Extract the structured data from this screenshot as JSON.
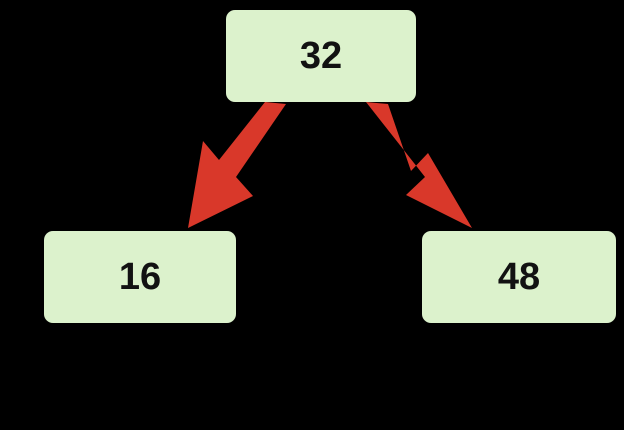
{
  "diagram": {
    "title": "binary-search-tree-fragment",
    "background_color": "#000000",
    "node_fill_color": "#dcf2cc",
    "node_text_color": "#121212",
    "edge_color": "#d9382a",
    "nodes": [
      {
        "id": "root",
        "label": "32",
        "name": "node-32"
      },
      {
        "id": "left",
        "label": "16",
        "name": "node-16"
      },
      {
        "id": "right",
        "label": "48",
        "name": "node-48"
      }
    ],
    "edges": [
      {
        "from": "32",
        "to": "16",
        "name": "edge-32-to-16",
        "direction": "down-left"
      },
      {
        "from": "32",
        "to": "48",
        "name": "edge-32-to-48",
        "direction": "down-right"
      }
    ]
  }
}
